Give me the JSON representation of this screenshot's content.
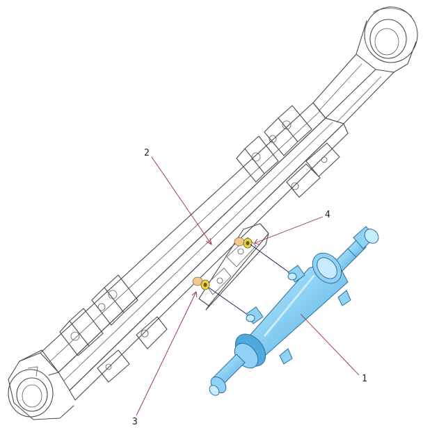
{
  "figure": {
    "callouts": [
      {
        "id": "callout-1",
        "label": "1"
      },
      {
        "id": "callout-2",
        "label": "2"
      },
      {
        "id": "callout-3",
        "label": "3"
      },
      {
        "id": "callout-4",
        "label": "4"
      }
    ]
  },
  "colors": {
    "outline": "#4a4a4a",
    "cylinder_fill": "#8fd2f5",
    "cylinder_shade": "#4ea9df",
    "cylinder_edge": "#2f6f9c",
    "nut_fill": "#e6d34a",
    "washer_fill": "#f0c890",
    "leader": "#9a2a3a"
  }
}
